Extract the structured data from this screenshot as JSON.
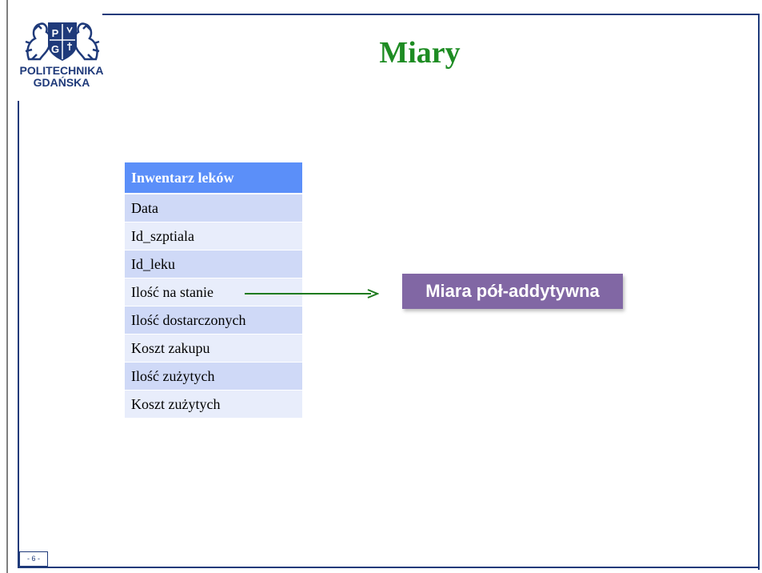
{
  "logo": {
    "line1": "POLITECHNIKA",
    "line2": "GDAŃSKA",
    "emblem_letters": [
      "P",
      "G"
    ],
    "color": "#1f3a7a"
  },
  "slide": {
    "title": "Miary",
    "title_color": "#1e8c23",
    "page_number": "- 6 -"
  },
  "table": {
    "header": "Inwentarz leków",
    "header_color": "#5b8ff9",
    "rows": [
      "Data",
      "Id_szptiala",
      "Id_leku",
      "Ilość na stanie",
      "Ilość dostarczonych",
      "Koszt zakupu",
      "Ilość zużytych",
      "Koszt zużytych"
    ]
  },
  "arrow": {
    "color": "#1e7a1e"
  },
  "measure_box": {
    "label": "Miara pół-addytywna",
    "color": "#8167a4"
  }
}
